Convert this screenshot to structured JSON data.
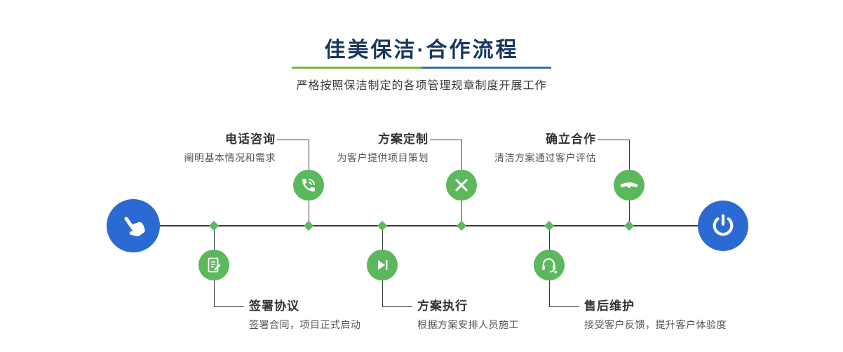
{
  "header": {
    "title": "佳美保洁·合作流程",
    "subtitle": "严格按照保洁制定的各项管理规章制度开展工作"
  },
  "colors": {
    "title_navy": "#17375e",
    "node_green": "#5cb85c",
    "endpoint_blue": "#2a6ad2",
    "line_dark": "#3c3c3c",
    "divider_green": "#7db53f",
    "divider_blue": "#3c6db0"
  },
  "timeline": {
    "start_icon": "pointer-hand-icon",
    "end_icon": "power-icon"
  },
  "steps": {
    "top": [
      {
        "title": "电话咨询",
        "desc": "阐明基本情况和需求",
        "icon": "phone-icon"
      },
      {
        "title": "方案定制",
        "desc": "为客户提供项目策划",
        "icon": "design-icon"
      },
      {
        "title": "确立合作",
        "desc": "清洁方案通过客户评估",
        "icon": "handshake-icon"
      }
    ],
    "bottom": [
      {
        "title": "签署协议",
        "desc": "签署合同，项目正式启动",
        "icon": "contract-icon"
      },
      {
        "title": "方案执行",
        "desc": "根据方案安排人员施工",
        "icon": "play-icon"
      },
      {
        "title": "售后维护",
        "desc": "接受客户反馈，提升客户体验度",
        "icon": "headset-icon"
      }
    ]
  }
}
